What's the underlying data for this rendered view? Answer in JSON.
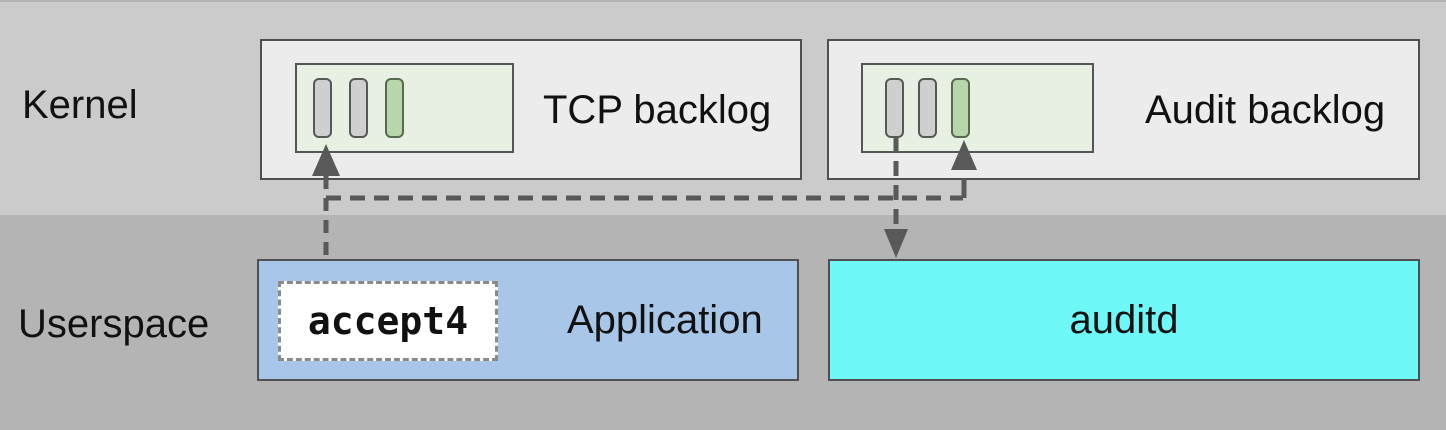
{
  "colors": {
    "kernel_band": "#cbcbcb",
    "userspace_band": "#b4b4b4",
    "kernel_box_fill": "#ececec",
    "box_border": "#4f4f4f",
    "queue_fill": "#e8efe3",
    "queue_border": "#565656",
    "slot_gray": "#cfcfcf",
    "slot_gray_border": "#575757",
    "slot_green": "#b7d7aa",
    "slot_green_border": "#546b4e",
    "application_fill": "#a8c6e8",
    "auditd_fill": "#6ef8f8",
    "arrow": "#595959",
    "text": "#111111"
  },
  "diagram": {
    "bands": {
      "kernel": {
        "label": "Kernel"
      },
      "userspace": {
        "label": "Userspace"
      }
    },
    "tcp_backlog": {
      "label": "TCP backlog",
      "slots": [
        "gray",
        "gray",
        "green"
      ]
    },
    "audit_backlog": {
      "label": "Audit backlog",
      "slots": [
        "gray",
        "gray",
        "green"
      ]
    },
    "application": {
      "label": "Application",
      "syscall": "accept4"
    },
    "auditd": {
      "label": "auditd"
    },
    "arrows": {
      "application_to_tcp_backlog": "dashed arrow from Application up into TCP backlog first slot",
      "application_to_audit_backlog": "dashed arrow branching right and up into Audit backlog green slot",
      "audit_backlog_to_auditd": "dashed arrow from Audit backlog first slot down into auditd"
    }
  }
}
